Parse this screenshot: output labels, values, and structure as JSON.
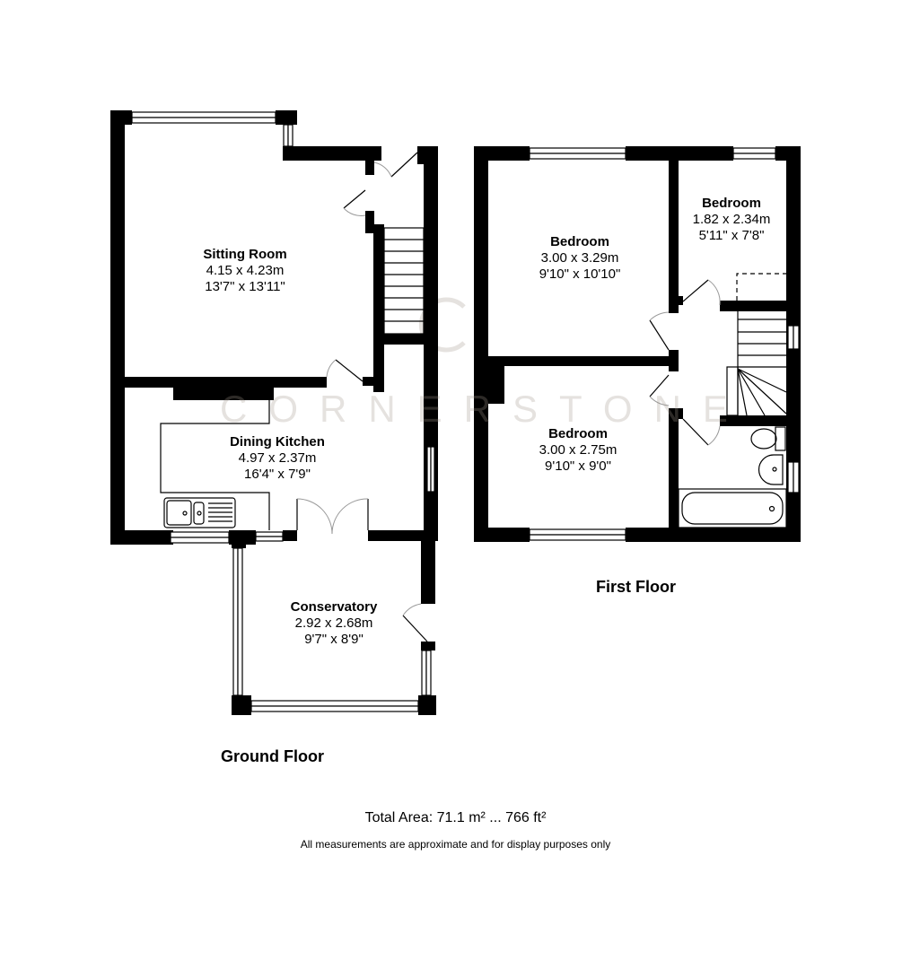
{
  "watermark": {
    "text": "CORNERSTONE",
    "logo": "C-ring-logo"
  },
  "ground_floor": {
    "label": "Ground Floor",
    "rooms": [
      {
        "name": "Sitting Room",
        "metric": "4.15 x 4.23m",
        "imperial": "13'7\" x 13'11\""
      },
      {
        "name": "Dining Kitchen",
        "metric": "4.97 x 2.37m",
        "imperial": "16'4\" x 7'9\""
      },
      {
        "name": "Conservatory",
        "metric": "2.92 x 2.68m",
        "imperial": "9'7\" x 8'9\""
      }
    ]
  },
  "first_floor": {
    "label": "First Floor",
    "rooms": [
      {
        "name": "Bedroom",
        "metric": "3.00 x 3.29m",
        "imperial": "9'10\" x 10'10\""
      },
      {
        "name": "Bedroom",
        "metric": "1.82 x 2.34m",
        "imperial": "5'11\" x 7'8\""
      },
      {
        "name": "Bedroom",
        "metric": "3.00 x 2.75m",
        "imperial": "9'10\" x 9'0\""
      }
    ]
  },
  "footer": {
    "total_area": "Total Area: 71.1 m² ... 766 ft²",
    "disclaimer": "All measurements are approximate and for display purposes only"
  },
  "colors": {
    "wall": "#000000",
    "background": "#ffffff",
    "watermark": "#a0968c"
  }
}
